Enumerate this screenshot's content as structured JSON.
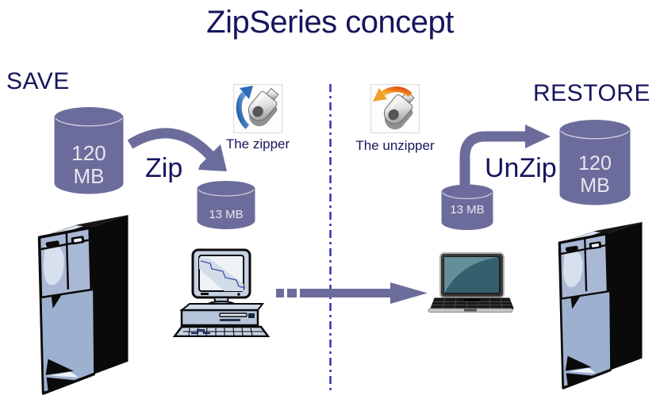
{
  "title": "ZipSeries concept",
  "save_side": {
    "heading": "SAVE",
    "source_db": {
      "line1": "120",
      "line2": "MB"
    },
    "action_label": "Zip",
    "zipped_db": {
      "label": "13 MB"
    },
    "tool_label": "The zipper"
  },
  "restore_side": {
    "heading": "RESTORE",
    "zipped_db": {
      "label": "13 MB"
    },
    "action_label": "UnZip",
    "restored_db": {
      "line1": "120",
      "line2": "MB"
    },
    "tool_label": "The unzipper"
  },
  "colors": {
    "heading_text": "#15155c",
    "cylinder_fill": "#6c6c9c",
    "cylinder_text": "#e7e7ef",
    "arrow_fill": "#6c6c9c",
    "divider_line": "#2b2bb0",
    "zipper_arrow_blue": "#2e6cb8",
    "unzipper_arrow_orange": "#e8791e",
    "tower_front": "#a9b8d4",
    "laptop_screen": "#355f6d"
  }
}
